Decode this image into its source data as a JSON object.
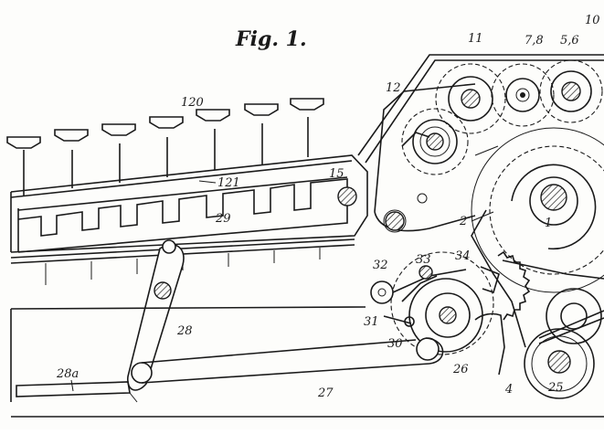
{
  "figure": {
    "title": "Fig. 1."
  },
  "labels": {
    "l120": "120",
    "l121": "121",
    "l29": "29",
    "l15": "15",
    "l12": "12",
    "l11": "11",
    "l78": "7,8",
    "l56": "5,6",
    "l10": "10",
    "l1": "1",
    "l2": "2",
    "l32": "32",
    "l33": "33",
    "l34": "34",
    "l31": "31",
    "l30": "30",
    "l28": "28",
    "l28a": "28a",
    "l27": "27",
    "l26": "26",
    "l4": "4",
    "l25": "25"
  }
}
